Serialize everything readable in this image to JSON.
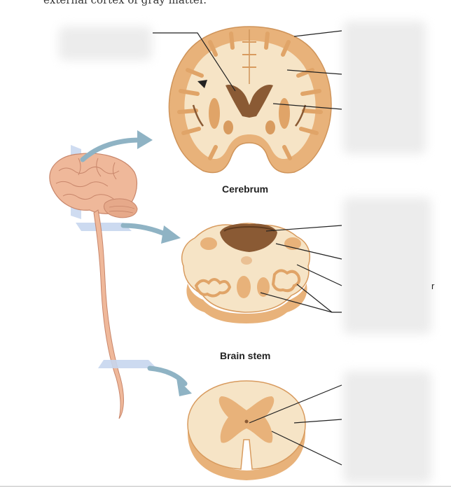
{
  "header": {
    "intro_text": "external cortex of gray matter."
  },
  "captions": {
    "cerebrum": "Cerebrum",
    "brain_stem": "Brain stem"
  },
  "partial_label": "r",
  "colors": {
    "white_matter": "#f6e4c6",
    "gray_matter": "#e8b27a",
    "gray_dark": "#d89b5f",
    "ventricle": "#8a5a34",
    "arrow": "#8fb3c4",
    "plane": "#c7d6ee"
  }
}
